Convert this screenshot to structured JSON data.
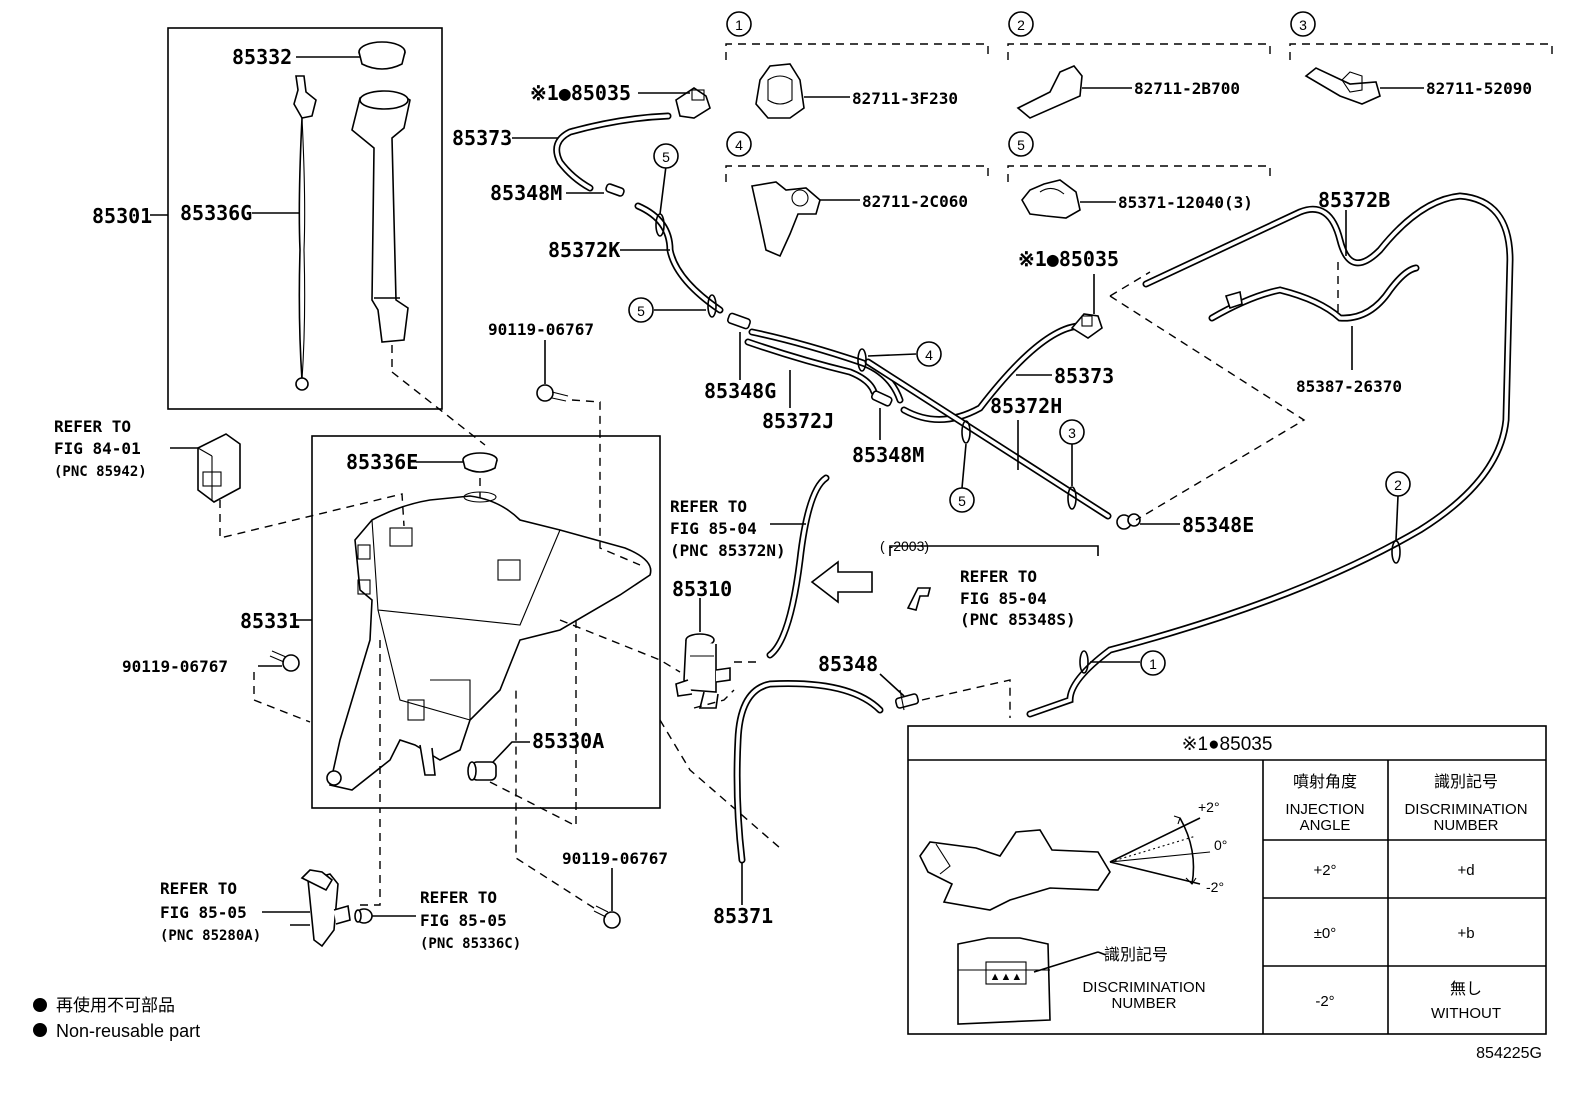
{
  "diagram_id": "854225G",
  "labels": {
    "p85332": "85332",
    "p85301": "85301",
    "p85336G": "85336G",
    "p85336E": "85336E",
    "p85331": "85331",
    "p90119_a": "90119-06767",
    "p90119_b": "90119-06767",
    "p90119_c": "90119-06767",
    "p85330A": "85330A",
    "p85310": "85310",
    "p85371": "85371",
    "p85348": "85348",
    "p85373_a": "85373",
    "p85373_b": "85373",
    "p85348M_a": "85348M",
    "p85348M_b": "85348M",
    "p85372K": "85372K",
    "p85348G": "85348G",
    "p85372J": "85372J",
    "p85372H": "85372H",
    "p85348E": "85348E",
    "p85372B": "85372B",
    "p85387": "85387-26370",
    "p85035_a": "※1●85035",
    "p85035_b": "※1●85035",
    "clip1": "82711-3F230",
    "clip2": "82711-2B700",
    "clip3": "82711-52090",
    "clip4": "82711-2C060",
    "clip5": "85371-12040(3)"
  },
  "circles": [
    "1",
    "2",
    "3",
    "4",
    "5"
  ],
  "refs": {
    "fig8401": [
      "REFER TO",
      "FIG 84-01",
      "(PNC 85942)"
    ],
    "fig8504a": [
      "REFER TO",
      "FIG 85-04",
      "(PNC 85372N)"
    ],
    "fig8504b": [
      "REFER TO",
      "FIG 85-04",
      "(PNC 85348S)"
    ],
    "fig8505a": [
      "REFER TO",
      "FIG 85-05",
      "(PNC 85280A)"
    ],
    "fig8505b": [
      "REFER TO",
      "FIG 85-05",
      "(PNC 85336C)"
    ],
    "date_range": "(      -2003)"
  },
  "table": {
    "title": "※1●85035",
    "col1_jp": "噴射角度",
    "col1_en": [
      "INJECTION",
      "ANGLE"
    ],
    "col2_jp": "識別記号",
    "col2_en": [
      "DISCRIMINATION",
      "NUMBER"
    ],
    "rows": [
      {
        "angle": "+2°",
        "code": "+d"
      },
      {
        "angle": "±0°",
        "code": "+b"
      },
      {
        "angle": "-2°",
        "code_jp": "無し",
        "code": "WITHOUT"
      }
    ],
    "angle_marks": [
      "+2°",
      "0°",
      "-2°"
    ],
    "disc_jp": "識別記号",
    "disc_en": [
      "DISCRIMINATION",
      "NUMBER"
    ]
  },
  "legend": {
    "jp": "再使用不可部品",
    "en": "Non-reusable part"
  }
}
